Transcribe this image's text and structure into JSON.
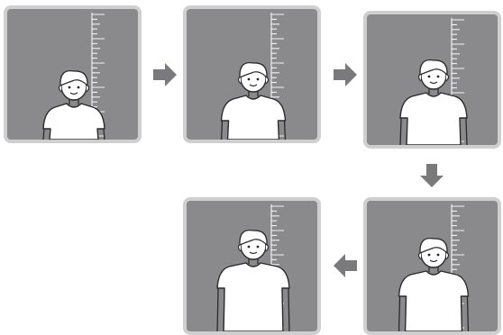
{
  "diagram": {
    "panel_background": "#8a8a8c",
    "panel_border": "#cfcfcf",
    "ruler_color": "#f2f2f2",
    "figure_fill": "#ffffff",
    "figure_stroke": "#2a2a2a",
    "arrow_color": "#7a7a7c",
    "panels": [
      {
        "step": 1,
        "figure": "child-with-height-ruler",
        "growth_stage": 1
      },
      {
        "step": 2,
        "figure": "child-with-height-ruler",
        "growth_stage": 2
      },
      {
        "step": 3,
        "figure": "child-with-height-ruler",
        "growth_stage": 3
      },
      {
        "step": 4,
        "figure": "child-with-height-ruler",
        "growth_stage": 4
      },
      {
        "step": 5,
        "figure": "child-with-height-ruler",
        "growth_stage": 5
      }
    ],
    "arrows": [
      {
        "from": 1,
        "to": 2,
        "direction": "right"
      },
      {
        "from": 2,
        "to": 3,
        "direction": "right"
      },
      {
        "from": 3,
        "to": 4,
        "direction": "down"
      },
      {
        "from": 4,
        "to": 5,
        "direction": "left"
      }
    ]
  }
}
